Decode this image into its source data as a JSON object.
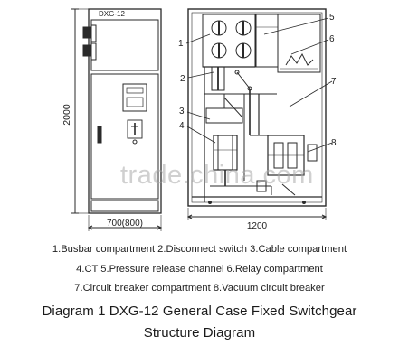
{
  "front_view": {
    "label": "DXG-12",
    "height_dim": "2000",
    "width_dim": "700(800)"
  },
  "side_view": {
    "width_dim": "1200",
    "callouts": [
      "1",
      "2",
      "3",
      "4",
      "5",
      "6",
      "7",
      "8"
    ]
  },
  "legend": {
    "line1": "1.Busbar compartment  2.Disconnect switch  3.Cable compartment",
    "line2": "4.CT  5.Pressure release channel  6.Relay compartment",
    "line3": "7.Circuit breaker compartment  8.Vacuum circuit breaker"
  },
  "title": {
    "line1": "Diagram 1 DXG-12 General Case Fixed Switchgear",
    "line2": "Structure Diagram"
  },
  "watermark": "trade.china.com",
  "colors": {
    "line": "#2a2a2a",
    "background": "#ffffff",
    "watermark": "#aaaaaa"
  }
}
